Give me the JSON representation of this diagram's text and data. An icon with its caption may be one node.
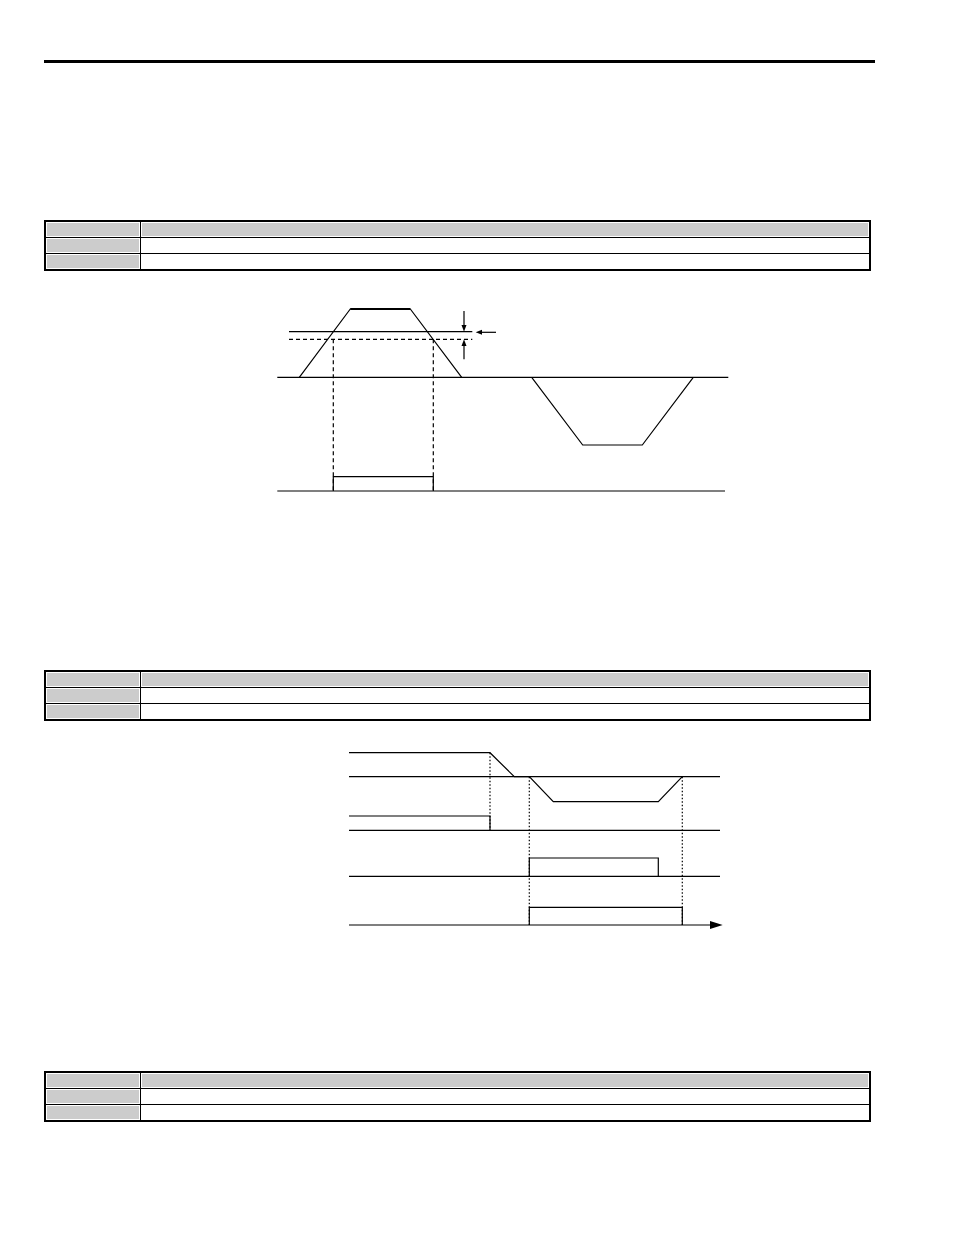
{
  "diagram": {
    "nodes": [
      {
        "text": [],
        "shape": "table"
      },
      {
        "text": [],
        "shape": "table"
      },
      {
        "text": [],
        "shape": "table"
      }
    ]
  }
}
